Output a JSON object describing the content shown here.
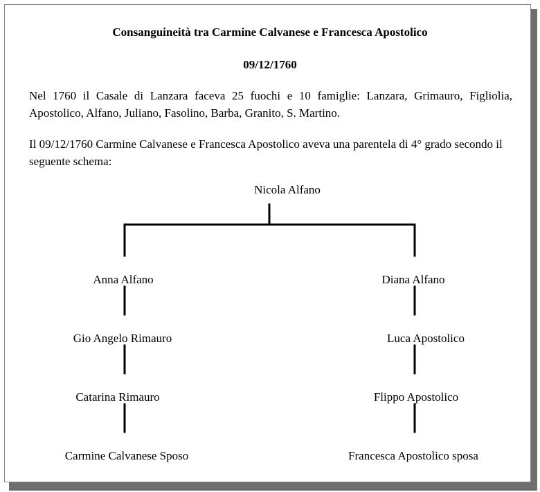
{
  "title": "Consanguineità tra Carmine Calvanese e Francesca Apostolico",
  "date": "09/12/1760",
  "paragraphs": [
    "Nel 1760 il Casale di Lanzara faceva 25 fuochi e 10 famiglie: Lanzara, Grimauro, Figliolia, Apostolico, Alfano, Juliano, Fasolino, Barba, Granito, S. Martino.",
    "Il 09/12/1760 Carmine Calvanese e Francesca Apostolico aveva una parentela di 4° grado secondo il seguente schema:"
  ],
  "tree": {
    "root": "Nicola Alfano",
    "left": [
      "Anna Alfano",
      "Gio Angelo Rimauro",
      "Catarina Rimauro",
      "Carmine Calvanese Sposo"
    ],
    "right": [
      "Diana Alfano",
      "Luca Apostolico",
      "Flippo Apostolico",
      "Francesca Apostolico sposa"
    ]
  }
}
